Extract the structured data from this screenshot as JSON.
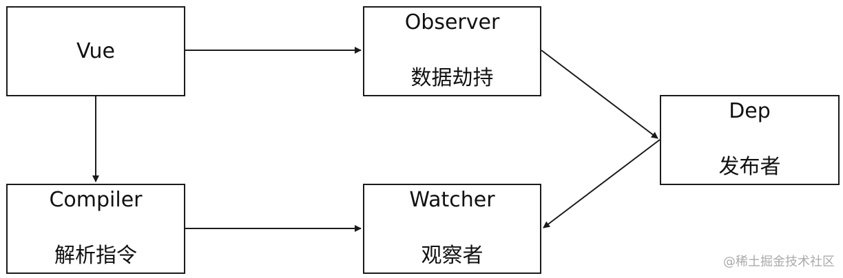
{
  "nodes": {
    "vue": {
      "title": "Vue"
    },
    "observer": {
      "title": "Observer",
      "subtitle": "数据劫持"
    },
    "dep": {
      "title": "Dep",
      "subtitle": "发布者"
    },
    "compiler": {
      "title": "Compiler",
      "subtitle": "解析指令"
    },
    "watcher": {
      "title": "Watcher",
      "subtitle": "观察者"
    }
  },
  "edges": [
    {
      "from": "Vue",
      "to": "Observer"
    },
    {
      "from": "Vue",
      "to": "Compiler"
    },
    {
      "from": "Observer",
      "to": "Dep"
    },
    {
      "from": "Dep",
      "to": "Watcher"
    },
    {
      "from": "Compiler",
      "to": "Watcher"
    }
  ],
  "watermark": "@稀土掘金技术社区",
  "colors": {
    "stroke": "#1a1a1a",
    "watermark": "#aaaaaa"
  }
}
